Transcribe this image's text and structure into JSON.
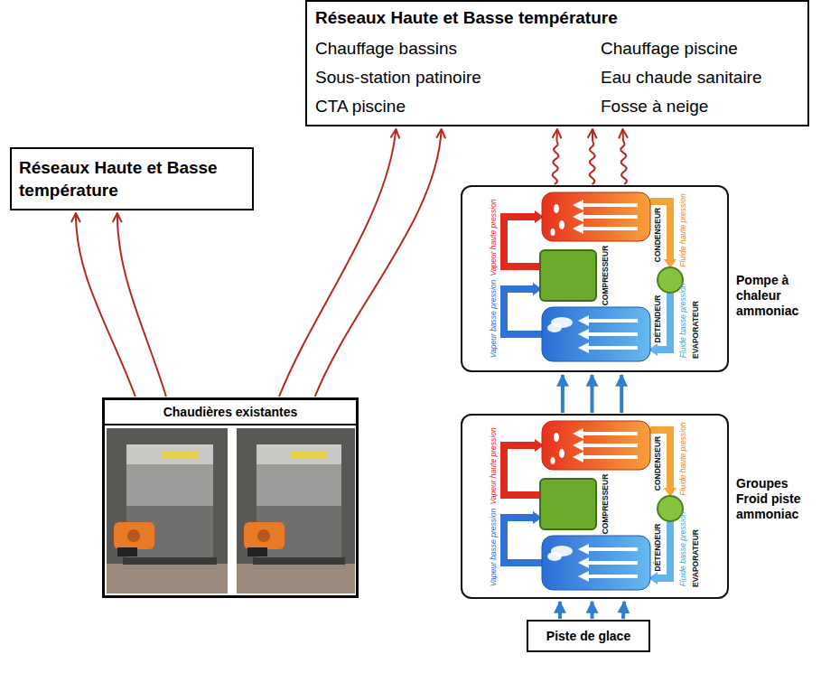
{
  "diagram": {
    "nodes": [
      {
        "text": [
          "Réseaux Haute et Basse température",
          "Chauffage bassins",
          "Chauffage piscine",
          "Sous-station patinoire",
          "Eau chaude sanitaire",
          "CTA piscine",
          "Fosse à neige"
        ]
      },
      {
        "text": [
          "Réseaux Haute et Basse température"
        ]
      },
      {
        "text": [
          "Chaudières existantes"
        ]
      },
      {
        "text": [
          "Pompe à chaleur ammoniac"
        ]
      },
      {
        "text": [
          "Groupes Froid piste ammoniac"
        ]
      },
      {
        "text": [
          "Piste de glace"
        ]
      }
    ],
    "edges": [
      {
        "from": 2,
        "to": 1,
        "arrow": "to"
      },
      {
        "from": 2,
        "to": 1,
        "arrow": "to"
      },
      {
        "from": 2,
        "to": 0,
        "arrow": "to"
      },
      {
        "from": 2,
        "to": 0,
        "arrow": "to"
      },
      {
        "from": 3,
        "to": 0,
        "arrow": "to"
      },
      {
        "from": 3,
        "to": 0,
        "arrow": "to"
      },
      {
        "from": 3,
        "to": 0,
        "arrow": "to"
      },
      {
        "from": 4,
        "to": 3,
        "arrow": "to"
      },
      {
        "from": 4,
        "to": 3,
        "arrow": "to"
      },
      {
        "from": 4,
        "to": 3,
        "arrow": "to"
      },
      {
        "from": 5,
        "to": 4,
        "arrow": "to"
      },
      {
        "from": 5,
        "to": 4,
        "arrow": "to"
      },
      {
        "from": 5,
        "to": 4,
        "arrow": "to"
      }
    ],
    "labels": [
      "Vapeur haute pression",
      "CONDENSEUR",
      "Fluide haute pression",
      "COMPRESSEUR",
      "DÉTENDEUR",
      "Vapeur basse pression",
      "Fluide basse pression",
      "EVAPORATEUR",
      "Vapeur haute pression",
      "CONDENSEUR",
      "Fluide haute pression",
      "COMPRESSEUR",
      "DÉTENDEUR",
      "Vapeur basse pression",
      "Fluide basse pression",
      "EVAPORATEUR"
    ]
  }
}
